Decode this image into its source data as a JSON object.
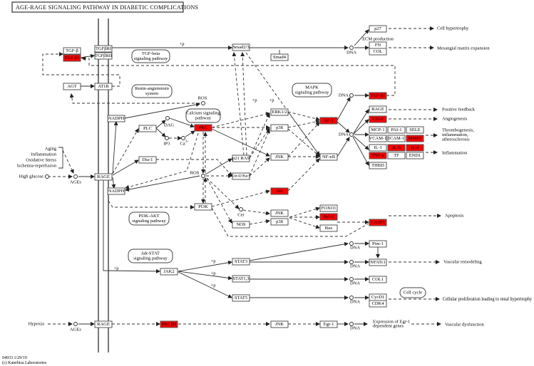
{
  "title": "AGE-RAGE SIGNALING PATHWAY IN DIABETIC COMPLICATIONS",
  "colors": {
    "highlight": "#ff0000",
    "node_border": "#555555",
    "background": "#ffffff"
  },
  "nodes": {
    "tgfb": "TGF-β",
    "tgfb1": "TGF-β1",
    "tgfbr1": "TGFβRI",
    "tgfbr2": "TGFβRII",
    "smad23": "Smad2/3",
    "smad4": "Smad4",
    "p27": "p27",
    "fn": "FN",
    "col": "COL",
    "agt": "AGT",
    "at1r": "AT1R",
    "tgfb1_out": "TGF-β1",
    "nadph1": "NADPH",
    "plc": "PLC",
    "pkc": "PKC",
    "erk": "ERK1/2",
    "p38a": "p38",
    "jnka": "JNK",
    "ap1": "AP-1",
    "nfkb": "NF-κB",
    "rage_out": "RAGE",
    "vegf": "VEGF",
    "mcp1": "MCP-1",
    "pai1": "PAI-1",
    "sele": "SELE",
    "vcam1": "VCAM-1",
    "icam1": "ICAM-1",
    "mmp2": "MMP2",
    "il1": "IL-1",
    "il6": "IL-6",
    "il8": "IL-8",
    "tnfa": "TNF-α",
    "tf": "TF",
    "end1": "END1",
    "thbd": "THBD",
    "dia1": "Dia-1",
    "p21ras": "p21 RAS",
    "cdc42": "Cdc42/Rac1",
    "rage1": "RAGE",
    "nadph2": "NADPH",
    "akt": "Akt",
    "pi3k": "PI3K",
    "nos": "NOS",
    "jnkb": "JNK",
    "p38b": "p38",
    "foxo1": "FOXO1",
    "bcl2": "Bcl-2",
    "bax": "Bax",
    "casp3": "CASP3",
    "jak2": "JAK2",
    "stat3": "STAT3",
    "stat13": "STAT1,3",
    "stat5": "STAT5",
    "pim1": "Pim-1",
    "nfatc1": "NFATc1",
    "col1": "COL1",
    "cycd1": "CycD1",
    "cdk4": "CDK4",
    "rage2": "RAGE",
    "pkcb2": "PKCβII",
    "jnkc": "JNK",
    "egr1": "Egr-1"
  },
  "compounds": {
    "ros": "ROS",
    "dag": "DAG",
    "ip3": "IP3",
    "ca": "Ca",
    "ca_sup": "2+",
    "ages": "AGEs",
    "cer": "Cer",
    "dna": "DNA",
    "high_glucose": "High glucose",
    "hypoxia": "Hypoxia"
  },
  "pathways": {
    "tgfb": [
      "TGF-beta",
      "signaling pathway"
    ],
    "renin": [
      "Renin-angiotensin",
      "system"
    ],
    "mapk": [
      "MAPK",
      "signaling pathway"
    ],
    "calcium": [
      "Calcium signaling",
      "pathway"
    ],
    "pi3k": [
      "PI3K-AKT",
      "signaling pathway"
    ],
    "jakstat": [
      "Jak-STAT",
      "signaling pathway"
    ],
    "cellcycle": "Cell cycle"
  },
  "labels": {
    "p": "+p",
    "ecm": "ECM production",
    "stress": [
      "Aging",
      "Inflammation",
      "Oxidative Stress",
      "Ischemia-reperfusion"
    ],
    "expression": [
      "Expression of Egr-1",
      "dependent genes"
    ]
  },
  "outcomes": {
    "hypertrophy": "Cell hypertrophy",
    "mesangial": "Mesangial matrix expansion",
    "feedback": "Positive feedback",
    "angiogenesis": "Angiogenesis",
    "thrombo": [
      "Thrombogenesis,",
      "inflammation,",
      "atherosclerosis"
    ],
    "inflammation": "Inflammation",
    "apoptosis": "Apoptosis",
    "remodeling": "Vascular remodeling",
    "proliferation": "Cellular proliferation leading to renal hypertrophy",
    "dysfunction": "Vascular dysfunction"
  },
  "footer": {
    "id_date": "04933 1/29/19",
    "copyright": "(c) Kanehisa Laboratories"
  }
}
